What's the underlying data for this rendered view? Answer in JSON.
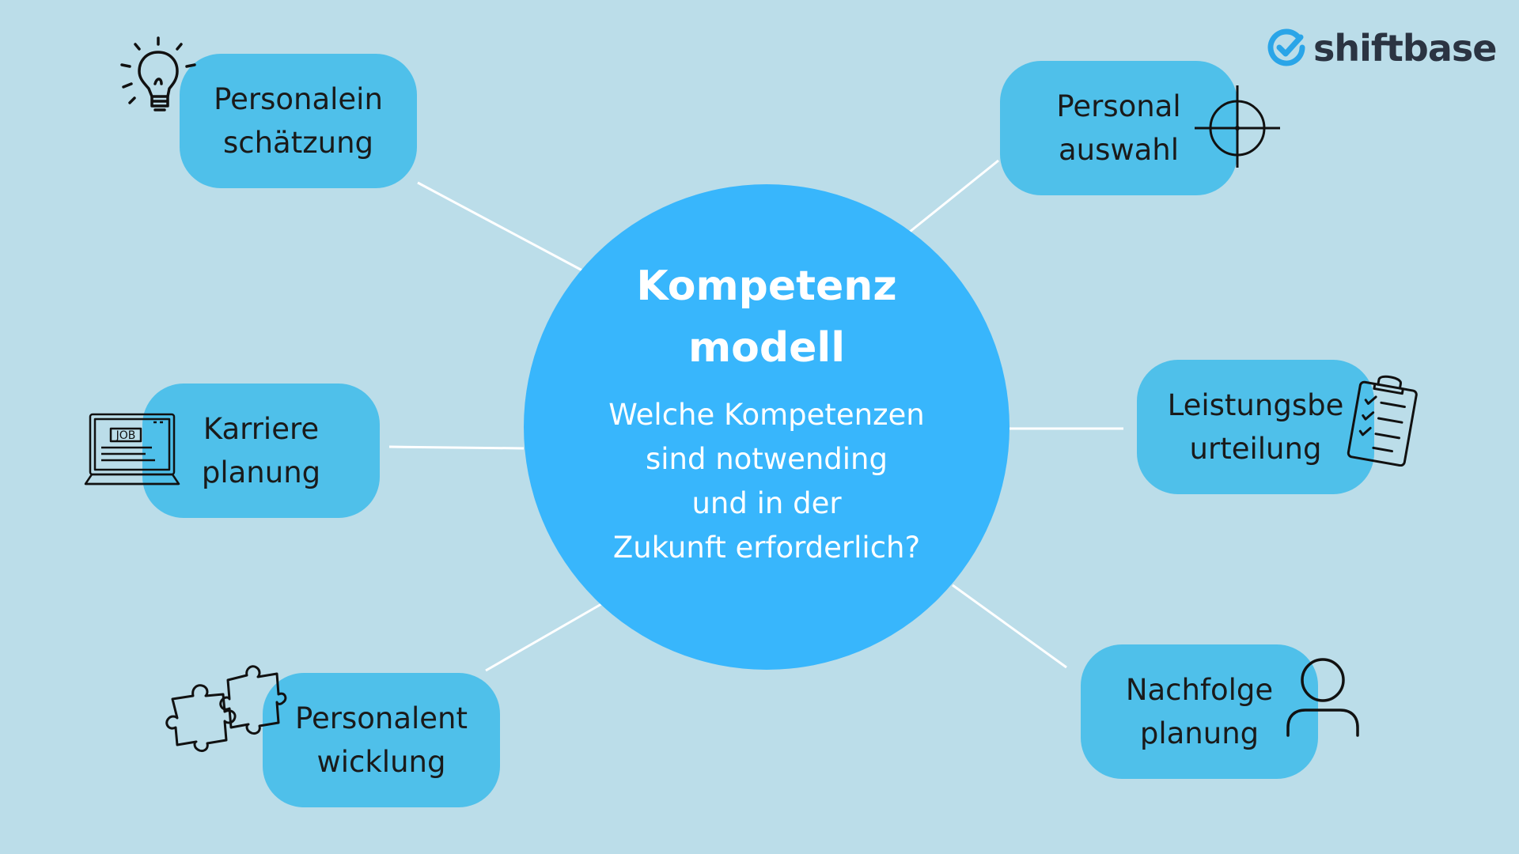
{
  "brand": {
    "name": "shiftbase",
    "colors": {
      "background": "#bbdde9",
      "center": "#38b6fc",
      "node": "#4fc0ea",
      "logo_mark": "#2aa5e8",
      "logo_text": "#2b3442"
    }
  },
  "center": {
    "title_line1": "Kompetenz",
    "title_line2": "modell",
    "question": [
      "Welche Kompetenzen",
      "sind notwending",
      "und in der",
      "Zukunft erforderlich?"
    ]
  },
  "nodes": {
    "personaleinschaetzung": {
      "line1": "Personalein",
      "line2": "schätzung",
      "icon": "lightbulb-icon"
    },
    "personalauswahl": {
      "line1": "Personal",
      "line2": "auswahl",
      "icon": "crosshair-icon"
    },
    "karriereplanung": {
      "line1": "Karriere",
      "line2": "planung",
      "icon": "laptop-job-icon",
      "icon_text": "JOB"
    },
    "leistungsbeurteilung": {
      "line1": "Leistungsbe",
      "line2": "urteilung",
      "icon": "clipboard-checklist-icon"
    },
    "personalentwicklung": {
      "line1": "Personalent",
      "line2": "wicklung",
      "icon": "puzzle-icon"
    },
    "nachfolgeplanung": {
      "line1": "Nachfolge",
      "line2": "planung",
      "icon": "person-icon"
    }
  }
}
